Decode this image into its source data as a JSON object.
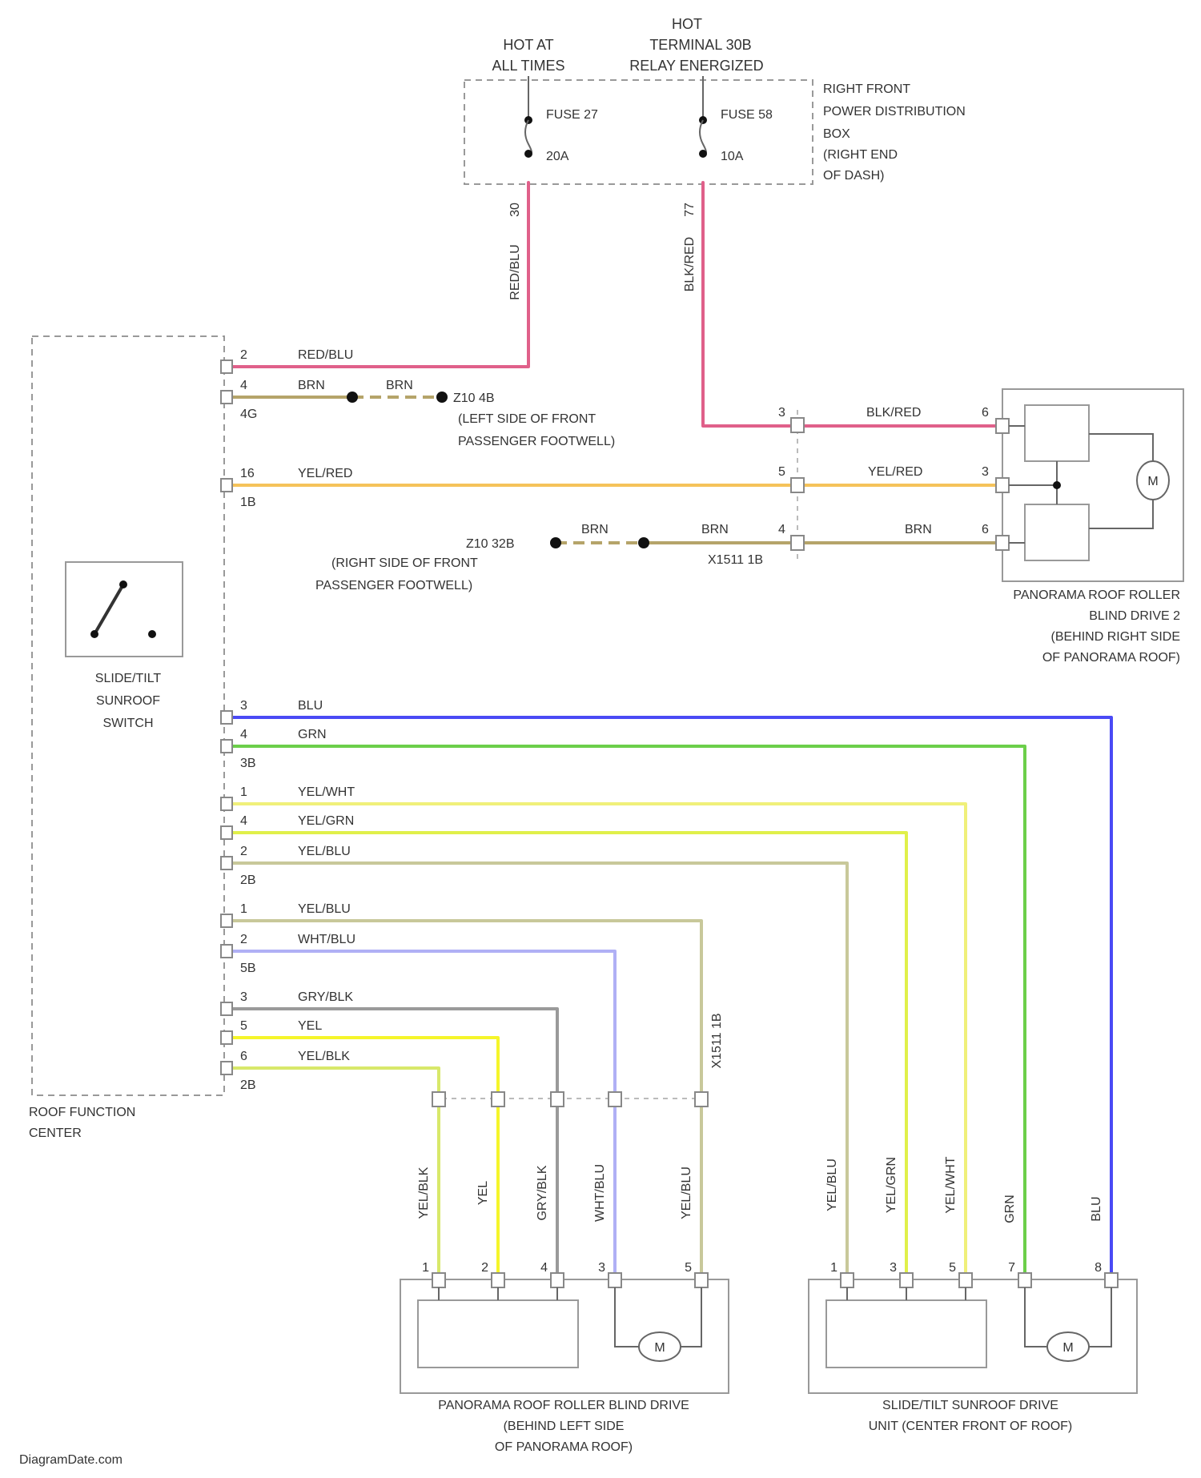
{
  "colors": {
    "red_blu": "#e0608a",
    "blk_red": "#e0608a",
    "yel_red": "#f5c35a",
    "brn": "#b5a46a",
    "blu": "#4a4af5",
    "grn": "#6ccf4a",
    "yel_wht": "#f0f07a",
    "yel_grn": "#e0f04a",
    "yel_blu": "#c8c89a",
    "wht_blu": "#b0b0f5",
    "gry_blk": "#9a9a9a",
    "yel": "#f5f52a",
    "yel_blk": "#d8e86a"
  },
  "top": {
    "hot_at_all_times": [
      "HOT AT",
      "ALL TIMES"
    ],
    "hot_terminal": [
      "HOT",
      "TERMINAL 30B",
      "RELAY ENERGIZED"
    ],
    "fuse27": {
      "name": "FUSE 27",
      "amps": "20A",
      "pin": "30"
    },
    "fuse58": {
      "name": "FUSE 58",
      "amps": "10A",
      "pin": "77"
    },
    "pdb_label": [
      "RIGHT FRONT",
      "POWER DISTRIBUTION",
      "BOX",
      "(RIGHT END",
      "OF DASH)"
    ],
    "wire_red_blu": "RED/BLU",
    "wire_blk_red": "BLK/RED"
  },
  "rfc": {
    "label": [
      "ROOF FUNCTION",
      "CENTER"
    ],
    "switch_label": [
      "SLIDE/TILT",
      "SUNROOF",
      "SWITCH"
    ]
  },
  "upper_wires": {
    "w1": {
      "pin": "2",
      "color": "RED/BLU"
    },
    "w2": {
      "pin": "4",
      "color": "BRN",
      "color2": "BRN",
      "conn": "4G"
    },
    "ground1": {
      "name": "Z10 4B",
      "loc": [
        "(LEFT SIDE OF FRONT",
        "PASSENGER FOOTWELL)"
      ]
    },
    "w3": {
      "pin": "16",
      "color": "YEL/RED",
      "conn": "1B"
    },
    "ground2": {
      "name": "Z10 32B",
      "loc": [
        "(RIGHT SIDE OF FRONT",
        "PASSENGER FOOTWELL)"
      ]
    },
    "w4": {
      "color": "BRN",
      "color2": "BRN"
    },
    "inline": {
      "p3": "3",
      "p5": "5",
      "p4": "4",
      "name": "X1511 1B"
    }
  },
  "rb2": {
    "label": [
      "PANORAMA ROOF ROLLER",
      "BLIND DRIVE 2",
      "(BEHIND RIGHT SIDE",
      "OF PANORAMA ROOF)"
    ],
    "pins": {
      "a": "6",
      "b": "3",
      "c": "6"
    },
    "w_blk_red": "BLK/RED",
    "w_yel_red": "YEL/RED",
    "w_brn": "BRN",
    "motor": "M"
  },
  "lower_wires": {
    "g1": [
      {
        "pin": "3",
        "color": "BLU"
      },
      {
        "pin": "4",
        "color": "GRN"
      }
    ],
    "g1_conn": "3B",
    "g2": [
      {
        "pin": "1",
        "color": "YEL/WHT"
      },
      {
        "pin": "4",
        "color": "YEL/GRN"
      },
      {
        "pin": "2",
        "color": "YEL/BLU"
      }
    ],
    "g2_conn": "2B",
    "g3": [
      {
        "pin": "1",
        "color": "YEL/BLU"
      },
      {
        "pin": "2",
        "color": "WHT/BLU"
      }
    ],
    "g3_conn": "5B",
    "g4": [
      {
        "pin": "3",
        "color": "GRY/BLK"
      },
      {
        "pin": "5",
        "color": "YEL"
      },
      {
        "pin": "6",
        "color": "YEL/BLK"
      }
    ],
    "g4_conn": "2B",
    "inline2": "X1511 1B"
  },
  "vertical_labels": {
    "left": [
      "YEL/BLK",
      "YEL",
      "GRY/BLK",
      "WHT/BLU",
      "YEL/BLU"
    ],
    "right": [
      "YEL/BLU",
      "YEL/GRN",
      "YEL/WHT",
      "GRN",
      "BLU"
    ]
  },
  "rb_left": {
    "label": [
      "PANORAMA ROOF ROLLER BLIND DRIVE",
      "(BEHIND LEFT SIDE",
      "OF PANORAMA ROOF)"
    ],
    "pins": [
      "1",
      "2",
      "4",
      "3",
      "5"
    ],
    "motor": "M"
  },
  "sunroof_drive": {
    "label": [
      "SLIDE/TILT SUNROOF DRIVE",
      "UNIT (CENTER FRONT OF ROOF)"
    ],
    "pins": [
      "1",
      "3",
      "5",
      "7",
      "8"
    ],
    "motor": "M"
  },
  "watermark": "DiagramDate.com"
}
